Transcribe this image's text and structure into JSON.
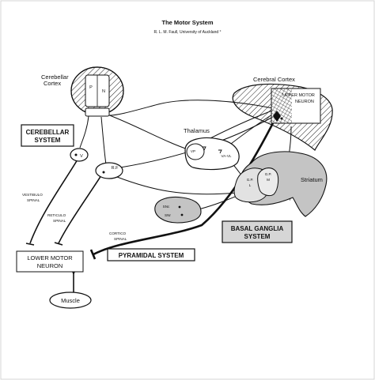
{
  "header": {
    "title": "The Motor System",
    "subtitle": "R. L. M. Faull, University of Auckland °"
  },
  "regions": {
    "cerebellar_cortex": "Cerebellar Cortex",
    "cerebellar_cortex_line1": "Cerebellar",
    "cerebellar_cortex_line2": "Cortex",
    "cerebellar_system_line1": "CEREBELLAR",
    "cerebellar_system_line2": "SYSTEM",
    "cerebral_cortex": "Cerebral Cortex",
    "upper_motor_neuron_line1": "UPPER MOTOR",
    "upper_motor_neuron_line2": "NEURON",
    "thalamus": "Thalamus",
    "striatum": "Striatum",
    "basal_ganglia_line1": "BASAL GANGLIA",
    "basal_ganglia_line2": "SYSTEM",
    "pyramidal_system": "PYRAMIDAL SYSTEM",
    "lower_motor_neuron_line1": "LOWER MOTOR",
    "lower_motor_neuron_line2": "NEURON",
    "muscle": "Muscle"
  },
  "nuclei": {
    "p": "P",
    "n": "N",
    "v": "V",
    "rf": "R.F",
    "vp": "VP",
    "va_vl": "VA-VL",
    "gp_l": "G.P.",
    "gp_l_sub": "L",
    "gp_m": "G.P.",
    "gp_m_sub": "M",
    "snc": "SNc",
    "snr": "SNr",
    "y": "Y"
  },
  "pathways": {
    "vestibulo_spinal_line1": "VESTIBULO",
    "vestibulo_spinal_line2": "SPINAL",
    "reticulo_spinal_line1": "RETICULO",
    "reticulo_spinal_line2": "SPINAL",
    "cortico_spinal_line1": "CORTICO",
    "cortico_spinal_line2": "SPINAL"
  },
  "colors": {
    "ink": "#111111",
    "basal_ganglia_fill": "#c4c4c4",
    "label_box_fill": "#d6d6d6",
    "background": "#ffffff"
  }
}
